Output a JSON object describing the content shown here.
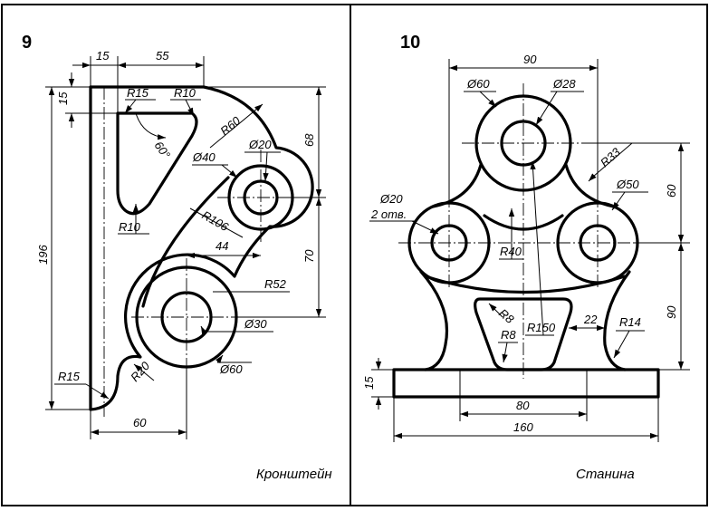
{
  "left_panel": {
    "number": "9",
    "title": "Кронштейн",
    "dims": {
      "d15_top": "15",
      "d55": "55",
      "d15_side": "15",
      "r15_top": "R15",
      "r10_top": "R10",
      "angle60": "60°",
      "r60": "R60",
      "d68": "68",
      "dia20": "Ø20",
      "dia40": "Ø40",
      "r106": "R106",
      "r10_left": "R10",
      "d44": "44",
      "d70": "70",
      "d196": "196",
      "r52": "R52",
      "dia30": "Ø30",
      "dia60": "Ø60",
      "r15_bottom": "R15",
      "r20": "R20",
      "d60": "60"
    }
  },
  "right_panel": {
    "number": "10",
    "title": "Станина",
    "dims": {
      "d90_top": "90",
      "dia60": "Ø60",
      "dia28": "Ø28",
      "r33": "R33",
      "dia50": "Ø50",
      "dia20": "Ø20",
      "holes": "2 отв.",
      "d60": "60",
      "r40": "R40",
      "r8_a": "R8",
      "r150": "R150",
      "d22": "22",
      "r14": "R14",
      "r8_b": "R8",
      "d90_side": "90",
      "d15": "15",
      "d80": "80",
      "d160": "160"
    }
  }
}
